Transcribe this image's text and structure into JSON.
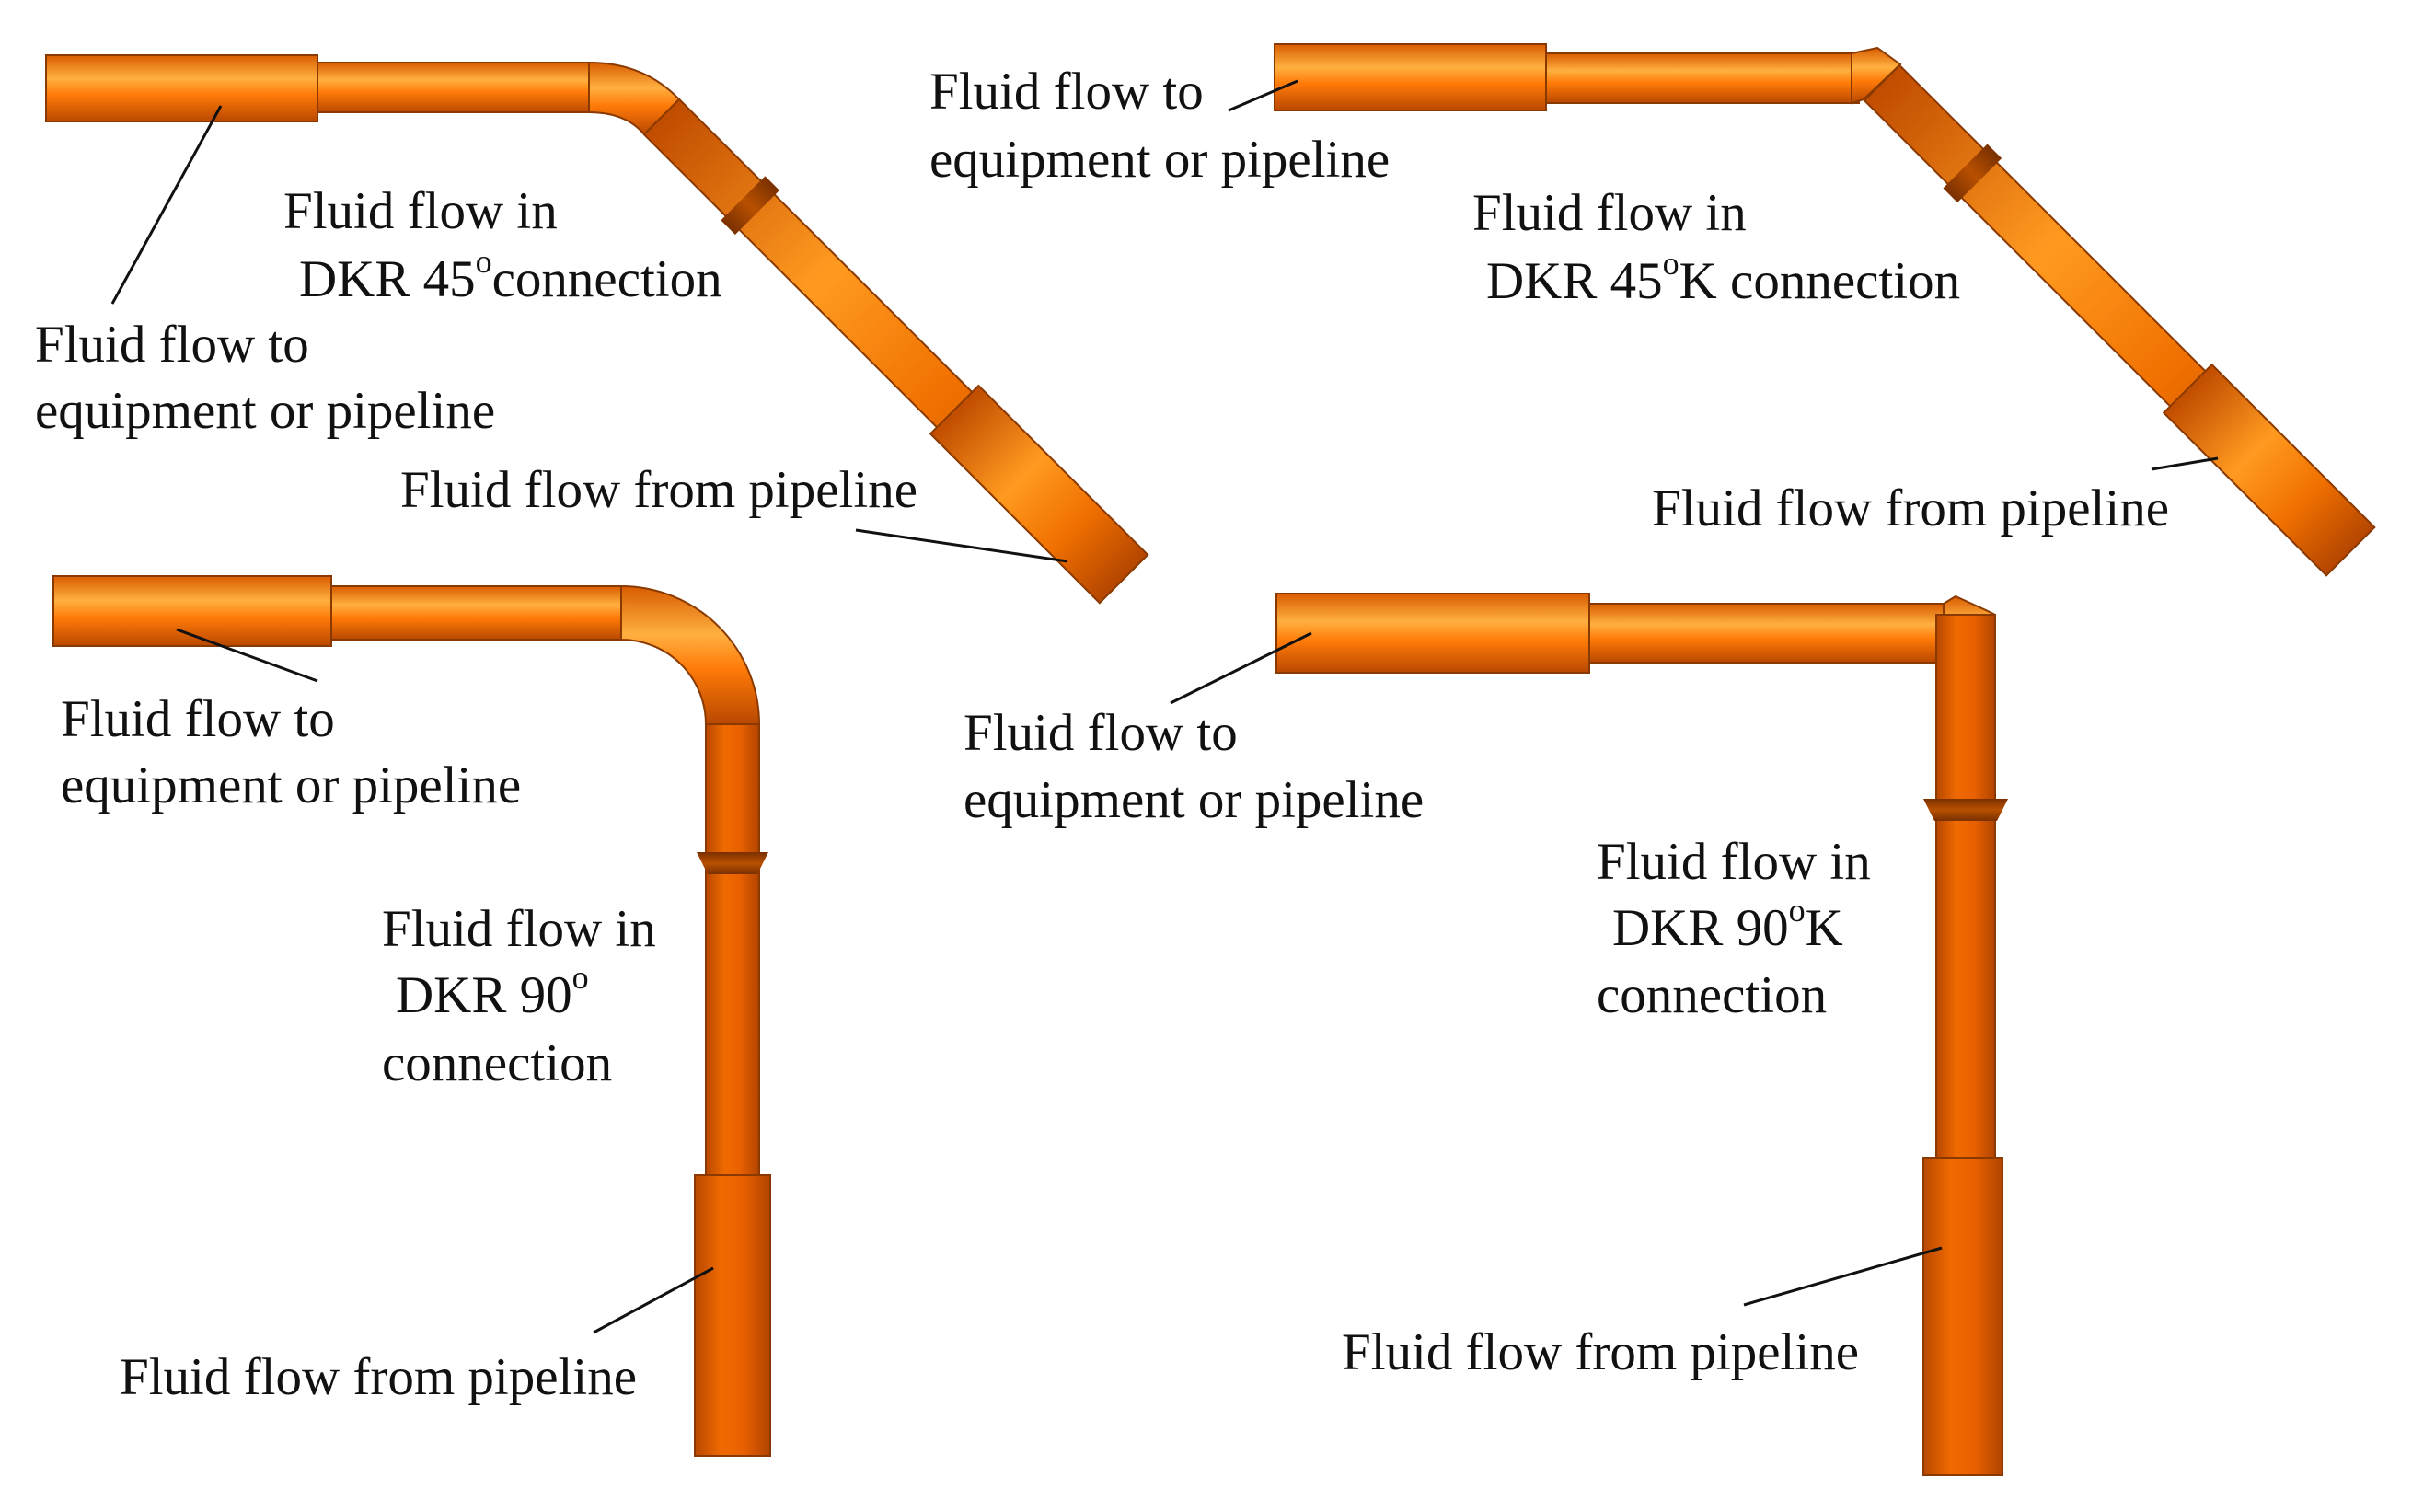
{
  "colors": {
    "pipe_dark": "#c94f00",
    "pipe_mid": "#ff7a08",
    "pipe_light": "#ffc060",
    "ring": "#9c4000",
    "text": "#111111",
    "background": "#ffffff"
  },
  "panels": {
    "dkr45": {
      "inner_label_line1": "Fluid flow in",
      "inner_label_line2": "DKR 45",
      "inner_label_sup": "o",
      "inner_label_line2_tail": "connection",
      "to_label_line1": "Fluid flow to",
      "to_label_line2": "equipment or pipeline",
      "from_label": "Fluid flow from pipeline"
    },
    "dkr45k": {
      "inner_label_line1": "Fluid flow in",
      "inner_label_line2": "DKR 45",
      "inner_label_sup": "o",
      "inner_label_line2_tail": "K connection",
      "to_label_line1": "Fluid flow to",
      "to_label_line2": "equipment or pipeline",
      "from_label": "Fluid flow from pipeline"
    },
    "dkr90": {
      "inner_label_line1": "Fluid flow in",
      "inner_label_line2": "DKR 90",
      "inner_label_sup": "o",
      "inner_label_line3": "connection",
      "to_label_line1": "Fluid flow to",
      "to_label_line2": "equipment or pipeline",
      "from_label": "Fluid flow from pipeline"
    },
    "dkr90k": {
      "inner_label_line1": "Fluid flow in",
      "inner_label_line2": "DKR 90",
      "inner_label_sup": "o",
      "inner_label_line2_tail": "K",
      "inner_label_line3": "connection",
      "to_label_line1": "Fluid flow to",
      "to_label_line2": "equipment or pipeline",
      "from_label": "Fluid flow from pipeline"
    }
  }
}
